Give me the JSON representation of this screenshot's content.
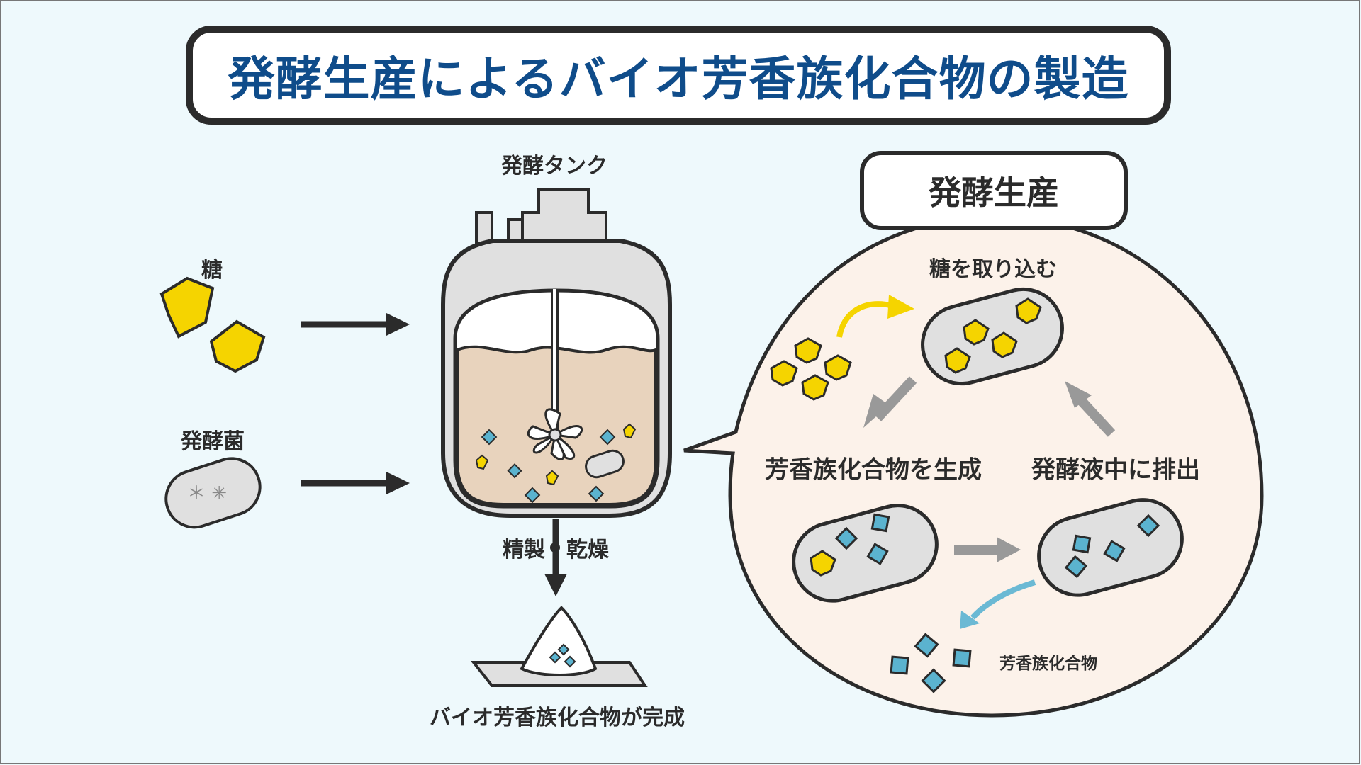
{
  "title": "発酵生産によるバイオ芳香族化合物の製造",
  "inputs": {
    "sugar_label": "糖",
    "microbe_label": "発酵菌"
  },
  "tank": {
    "label": "発酵タンク",
    "purification_label": "精製・乾燥",
    "product_label": "バイオ芳香族化合物が完成"
  },
  "zoom": {
    "title": "発酵生産",
    "step_uptake": "糖を取り込む",
    "step_produce": "芳香族化合物を生成",
    "step_excrete": "発酵液中に排出",
    "product_label": "芳香族化合物"
  },
  "colors": {
    "sugar": "#f5d400",
    "compound": "#5bb3cf",
    "tank_liquid": "#e8d3bd",
    "title_text": "#0f4c8a",
    "arrow_yellow": "#f5d400",
    "arrow_gray": "#999999",
    "arrow_blue": "#6bb9d4"
  }
}
